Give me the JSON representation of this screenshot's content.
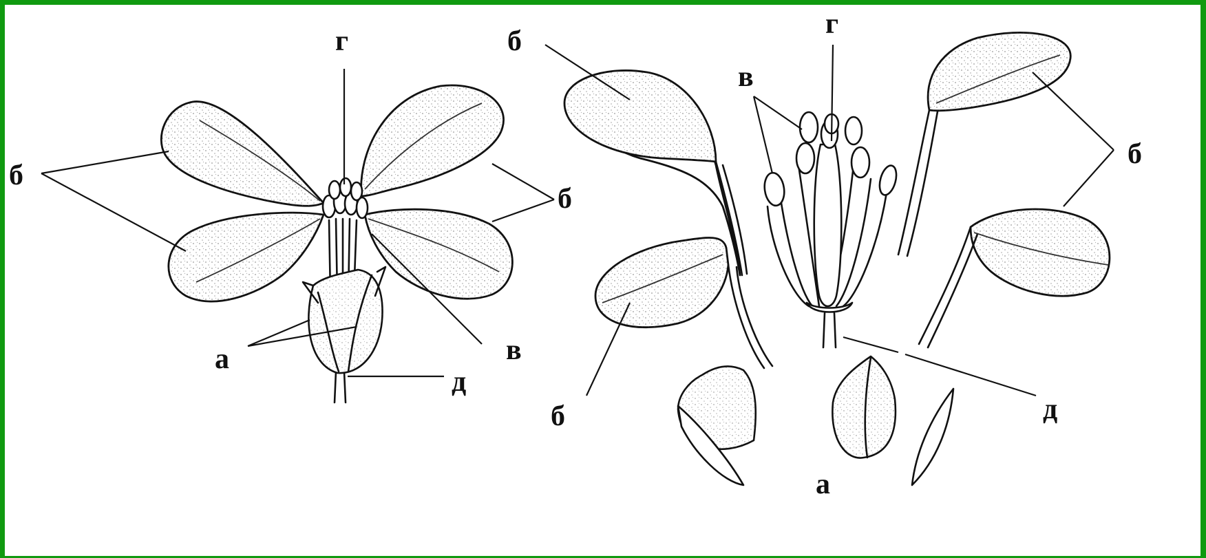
{
  "labels": {
    "left": {
      "g": "г",
      "b_left": "б",
      "b_right": "б",
      "a": "а",
      "v": "в",
      "d": "д"
    },
    "right": {
      "b_top_left": "б",
      "v": "в",
      "g": "г",
      "b_right": "б",
      "b_bottom_left": "б",
      "d": "д",
      "a": "а"
    }
  },
  "colors": {
    "frame": "#109a10",
    "ink": "#111111",
    "background": "#ffffff"
  }
}
